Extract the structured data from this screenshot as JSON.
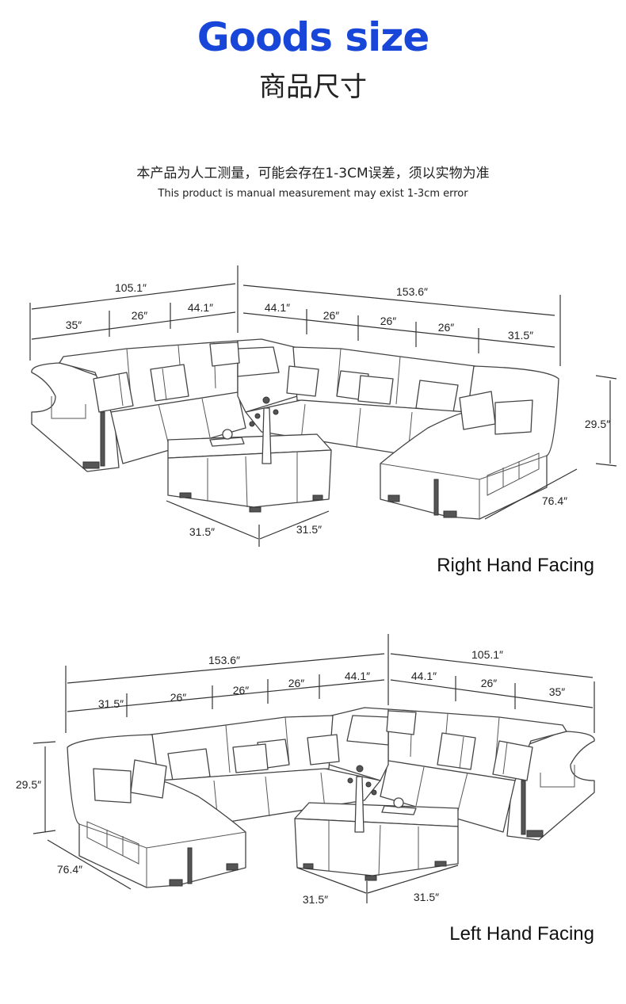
{
  "header": {
    "title": "Goods size",
    "subtitle": "商品尺寸",
    "note_cn": "本产品为人工测量，可能会存在1-3CM误差，须以实物为准",
    "note_en": "This product is manual measurement may exist 1-3cm error"
  },
  "right_facing": {
    "label": "Right Hand Facing",
    "left_total": "105.1″",
    "left_segments": [
      "35″",
      "26″",
      "44.1″"
    ],
    "right_total": "153.6″",
    "right_segments": [
      "44.1″",
      "26″",
      "26″",
      "26″",
      "31.5″"
    ],
    "height": "29.5″",
    "chaise_depth": "76.4″",
    "table_width": "31.5″",
    "table_depth": "31.5″"
  },
  "left_facing": {
    "label": "Left Hand Facing",
    "left_total": "153.6″",
    "left_segments": [
      "31.5″",
      "26″",
      "26″",
      "26″",
      "44.1″"
    ],
    "right_total": "105.1″",
    "right_segments": [
      "44.1″",
      "26″",
      "35″"
    ],
    "height": "29.5″",
    "chaise_depth": "76.4″",
    "table_width": "31.5″",
    "table_depth": "31.5″"
  },
  "colors": {
    "title": "#1746d8"
  }
}
